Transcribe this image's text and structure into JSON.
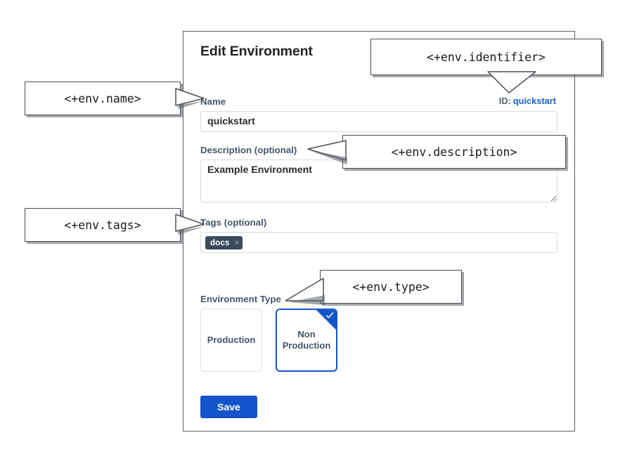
{
  "panel": {
    "title": "Edit Environment",
    "id_row": {
      "label": "ID:",
      "value": "quickstart"
    },
    "fields": {
      "name": {
        "label": "Name",
        "value": "quickstart",
        "placeholder": ""
      },
      "description": {
        "label": "Description (optional)",
        "value": "Example Environment",
        "placeholder": ""
      },
      "tags": {
        "label": "Tags (optional)",
        "chips": [
          {
            "label": "docs",
            "remove_icon": "close-icon",
            "remove_glyph": "×"
          }
        ]
      },
      "environment_type": {
        "label": "Environment Type",
        "options": [
          {
            "label": "Production",
            "selected": false
          },
          {
            "label": "Non Production",
            "selected": true
          }
        ]
      }
    },
    "save_label": "Save"
  },
  "callouts": {
    "name": "<+env.name>",
    "identifier": "<+env.identifier>",
    "description": "<+env.description>",
    "tags": "<+env.tags>",
    "type": "<+env.type>"
  },
  "colors": {
    "accent_blue": "#1453c9",
    "link_blue": "#1a62cc",
    "label_slate": "#44546b",
    "chip_bg": "#3d4a5c",
    "panel_border": "#5a5f66",
    "input_border": "#d7dbe0"
  }
}
